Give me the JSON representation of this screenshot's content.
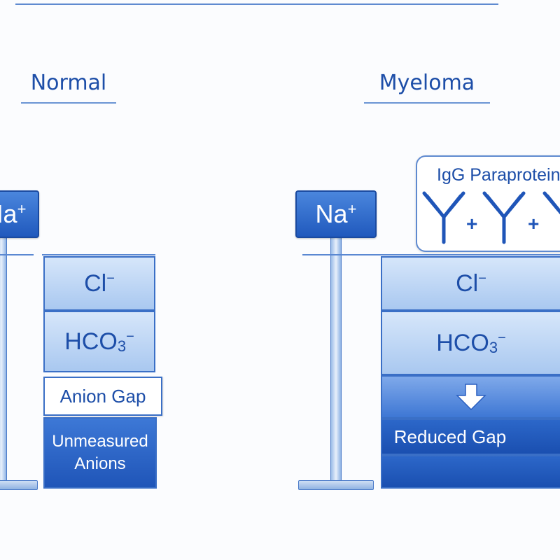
{
  "normal": {
    "title": "Normal",
    "cation": {
      "symbol": "Na",
      "charge": "+"
    },
    "segments": {
      "chloride": {
        "symbol": "Cl",
        "charge": "−"
      },
      "bicarbonate": {
        "symbol": "HCO",
        "sub": "3",
        "charge": "−"
      },
      "anion_gap": "Anion Gap",
      "unmeasured_line1": "Unmeasured",
      "unmeasured_line2": "Anions"
    }
  },
  "myeloma": {
    "title": "Myeloma",
    "cation": {
      "symbol": "Na",
      "charge": "+"
    },
    "paraprotein_label": "IgG Paraprotein",
    "plus_signs": [
      "+",
      "+"
    ],
    "segments": {
      "chloride": {
        "symbol": "Cl",
        "charge": "−"
      },
      "bicarbonate": {
        "symbol": "HCO",
        "sub": "3",
        "charge": "−"
      },
      "reduced_gap": "Reduced Gap"
    }
  },
  "colors": {
    "primary": "#1f55b8",
    "light_fill": "#bcd6f5",
    "accent_line": "#5f8ad0"
  },
  "icons": [
    "antibody-icon",
    "down-arrow-icon"
  ]
}
